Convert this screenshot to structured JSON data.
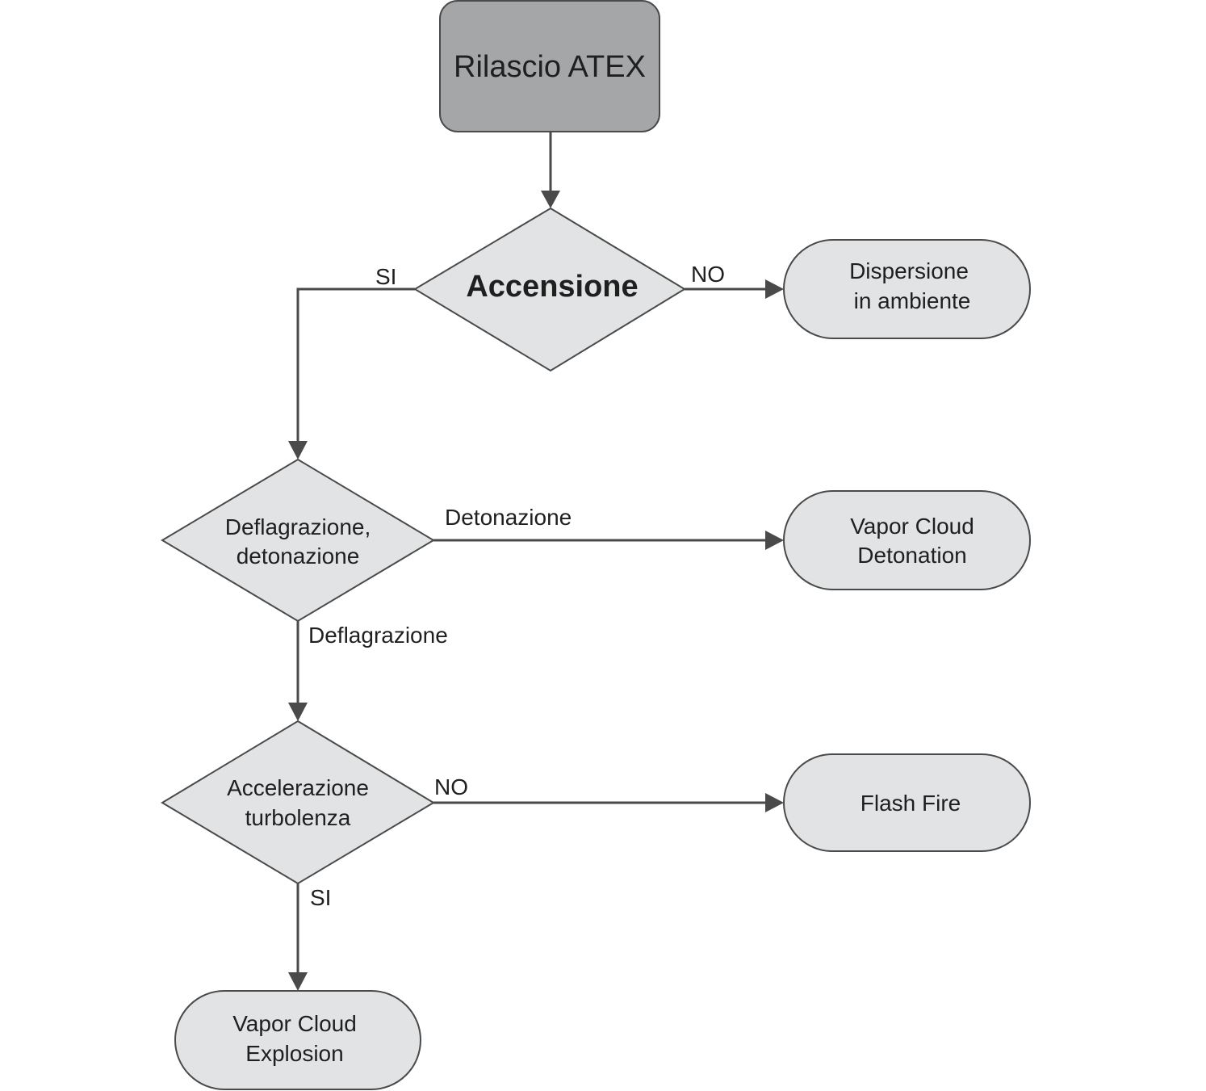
{
  "nodes": {
    "start": {
      "label": "Rilascio ATEX"
    },
    "ignition": {
      "label": "Accensione"
    },
    "dispersion": {
      "line1": "Dispersione",
      "line2": "in ambiente"
    },
    "combustion_type": {
      "line1": "Deflagrazione,",
      "line2": "detonazione"
    },
    "vcd": {
      "line1": "Vapor Cloud",
      "line2": "Detonation"
    },
    "turbulence": {
      "line1": "Accelerazione",
      "line2": "turbolenza"
    },
    "flash_fire": {
      "label": "Flash Fire"
    },
    "vce": {
      "line1": "Vapor Cloud",
      "line2": "Explosion"
    }
  },
  "edges": {
    "ignition_yes": "SI",
    "ignition_no": "NO",
    "detonation": "Detonazione",
    "deflagration": "Deflagrazione",
    "turbulence_no": "NO",
    "turbulence_yes": "SI"
  },
  "colors": {
    "start_fill": "#a5a6a8",
    "node_fill": "#e2e3e4",
    "stroke": "#4a4a4a"
  }
}
